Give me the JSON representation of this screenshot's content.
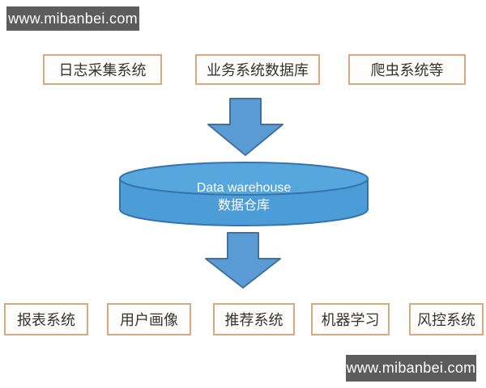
{
  "watermark_top": {
    "text": "www.mibanbei.com"
  },
  "watermark_bottom": {
    "text": "www.mibanbei.com"
  },
  "diagram": {
    "sources": [
      {
        "label": "日志采集系统"
      },
      {
        "label": "业务系统数据库"
      },
      {
        "label": "爬虫系统等"
      }
    ],
    "warehouse": {
      "title_en": "Data warehouse",
      "title_zh": "数据仓库"
    },
    "targets": [
      {
        "label": "报表系统"
      },
      {
        "label": "用户画像"
      },
      {
        "label": "推荐系统"
      },
      {
        "label": "机器学习"
      },
      {
        "label": "风控系统"
      }
    ]
  },
  "colors": {
    "banner_background": "#5c5c5c",
    "banner_text": "#ffffff",
    "box_border": "#d8a97c",
    "box_text": "#333333",
    "arrow_fill": "#5b9bd5",
    "arrow_stroke": "#41719c",
    "cylinder_body": "#4c9cd7",
    "cylinder_top": "#58a6de",
    "cylinder_stroke": "#3474ae",
    "cylinder_text": "#ffffff"
  }
}
